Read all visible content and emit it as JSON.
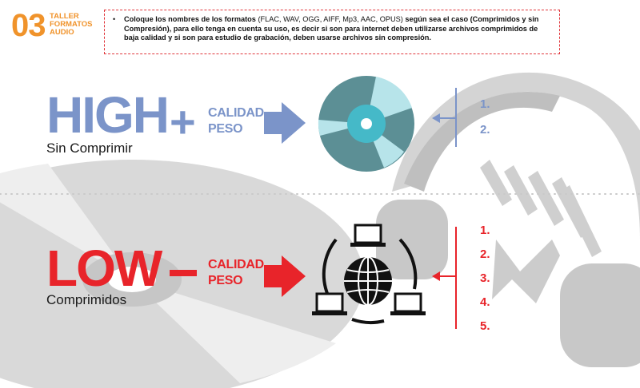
{
  "header": {
    "number": "03",
    "title_lines": [
      "TALLER",
      "FORMATOS",
      "AUDIO"
    ]
  },
  "instruction": {
    "bullet": "•",
    "bold_1": "Coloque los nombres de los formatos",
    "normal_1": " (FLAC, WAV, OGG, AIFF, Mp3, AAC, OPUS) ",
    "bold_2": "según sea el caso (Comprimidos y sin Compresión), para ello tenga en cuenta su uso, es decir si son para internet deben utilizarse archivos comprimidos de baja calidad y si son para estudio de grabación, deben usarse archivos sin compresión."
  },
  "high_section": {
    "title": "HIGH",
    "subtitle": "Sin Comprimir",
    "operator": "+",
    "labels": [
      "CALIDAD",
      "PESO"
    ],
    "answers": [
      "1.",
      "2."
    ]
  },
  "low_section": {
    "title": "LOW",
    "subtitle": "Comprimidos",
    "labels": [
      "CALIDAD",
      "PESO"
    ],
    "answers": [
      "1.",
      "2.",
      "3.",
      "4.",
      "5."
    ]
  },
  "colors": {
    "accent_orange": "#f0932b",
    "high_blue": "#7b94c9",
    "low_red": "#e8242a",
    "disc_teal": "#5c8f95",
    "disc_light": "#b7e4ea",
    "disc_center": "#45b9c8",
    "watermark_gray": "#d6d6d6"
  },
  "icons": {
    "header_visual": "headphones-icon",
    "high_media": "cd-disc-icon",
    "low_media": "network-globe-icon",
    "background_disc": "cd-disc-icon"
  }
}
